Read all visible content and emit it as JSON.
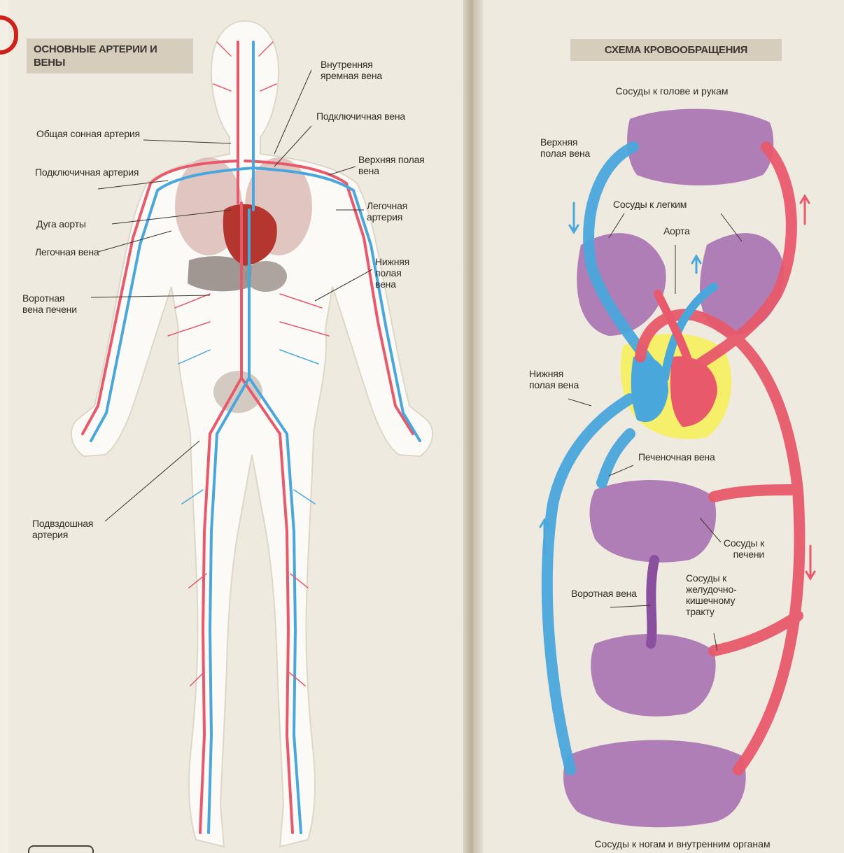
{
  "left_panel": {
    "title": "ОСНОВНЫЕ АРТЕРИИ И ВЕНЫ",
    "labels": {
      "internal_jugular": "Внутренняя яремная вена",
      "subclavian_vein": "Подключичная вена",
      "superior_vena_cava": "Верхняя полая вена",
      "pulmonary_artery": "Легочная артерия",
      "inferior_vena_cava": "Нижняя полая вена",
      "common_carotid": "Общая сонная артерия",
      "subclavian_artery": "Подключичная артерия",
      "aortic_arch": "Дуга аорты",
      "pulmonary_vein": "Легочная вена",
      "portal_vein": "Воротная вена печени",
      "iliac_artery": "Подвздошная артерия"
    }
  },
  "right_panel": {
    "title": "СХЕМА КРОВООБРАЩЕНИЯ",
    "caption_top": "Сосуды к голове и рукам",
    "caption_bottom": "Сосуды к ногам и внутренним органам",
    "labels": {
      "superior_vena_cava": "Верхняя полая вена",
      "lung_vessels": "Сосуды к легким",
      "aorta": "Аорта",
      "inferior_vena_cava": "Нижняя полая вена",
      "hepatic_vein": "Печеночная вена",
      "liver_vessels": "Сосуды к печени",
      "gi_vessels": "Сосуды к желудочно-кишечному тракту",
      "portal_vein": "Воротная вена"
    }
  },
  "colors": {
    "artery": "#e85a6b",
    "vein": "#4aa7dc",
    "heart_bg": "#f6ef6a",
    "capillary": "#8a4f9e"
  }
}
